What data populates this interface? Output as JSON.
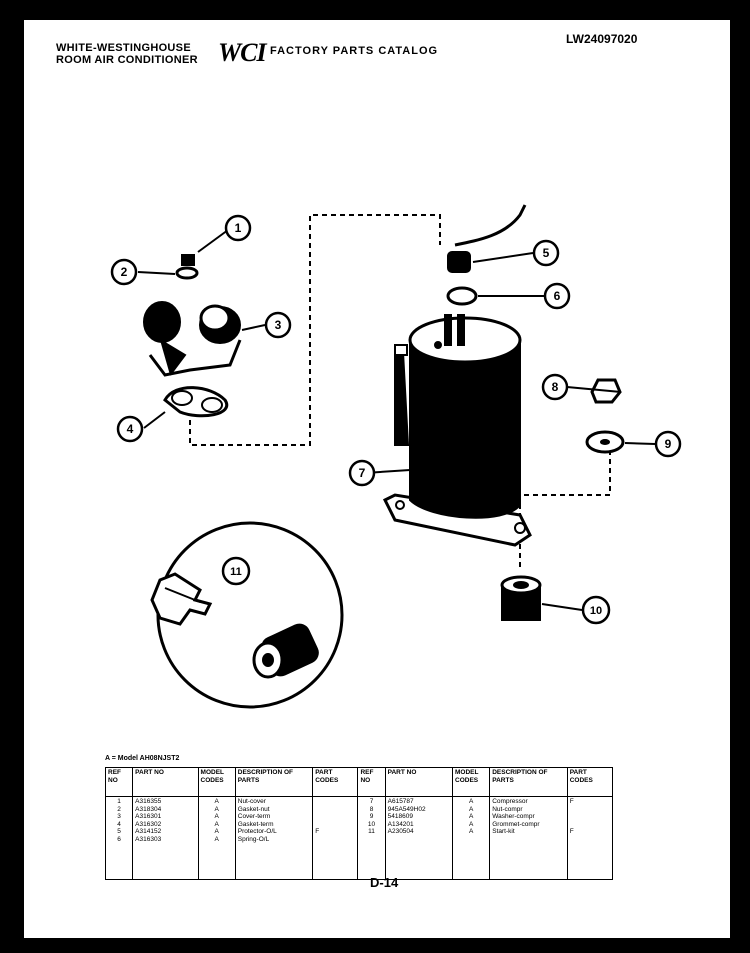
{
  "header": {
    "brand_line1": "WHITE-WESTINGHOUSE",
    "brand_line2": "ROOM AIR CONDITIONER",
    "logo": "WCI",
    "catalog_title": "FACTORY PARTS CATALOG",
    "model_number": "LW24097020"
  },
  "callouts": [
    "1",
    "2",
    "3",
    "4",
    "5",
    "6",
    "7",
    "8",
    "9",
    "10",
    "11"
  ],
  "table": {
    "model_note": "A = Model AH08NJST2",
    "headers": {
      "ref_no": "REF NO",
      "part_no": "PART NO",
      "model_codes": "MODEL CODES",
      "description": "DESCRIPTION OF PARTS",
      "part_codes": "PART CODES"
    },
    "left_rows": [
      {
        "ref": "1",
        "part": "A316355",
        "model": "A",
        "desc": "Nut-cover",
        "code": ""
      },
      {
        "ref": "2",
        "part": "A318304",
        "model": "A",
        "desc": "Gasket-nut",
        "code": ""
      },
      {
        "ref": "3",
        "part": "A316301",
        "model": "A",
        "desc": "Cover-term",
        "code": ""
      },
      {
        "ref": "4",
        "part": "A316302",
        "model": "A",
        "desc": "Gasket-term",
        "code": ""
      },
      {
        "ref": "5",
        "part": "A314152",
        "model": "A",
        "desc": "Protector-O/L",
        "code": "F"
      },
      {
        "ref": "6",
        "part": "A316303",
        "model": "A",
        "desc": "Spring-O/L",
        "code": ""
      }
    ],
    "right_rows": [
      {
        "ref": "7",
        "part": "A615787",
        "model": "A",
        "desc": "Compressor",
        "code": "F"
      },
      {
        "ref": "8",
        "part": "945A549H02",
        "model": "A",
        "desc": "Nut-compr",
        "code": ""
      },
      {
        "ref": "9",
        "part": "5418609",
        "model": "A",
        "desc": "Washer-compr",
        "code": ""
      },
      {
        "ref": "10",
        "part": "A134201",
        "model": "A",
        "desc": "Grommet-compr",
        "code": ""
      },
      {
        "ref": "11",
        "part": "A230504",
        "model": "A",
        "desc": "Start-kit",
        "code": "F"
      }
    ]
  },
  "page_number": "D-14"
}
